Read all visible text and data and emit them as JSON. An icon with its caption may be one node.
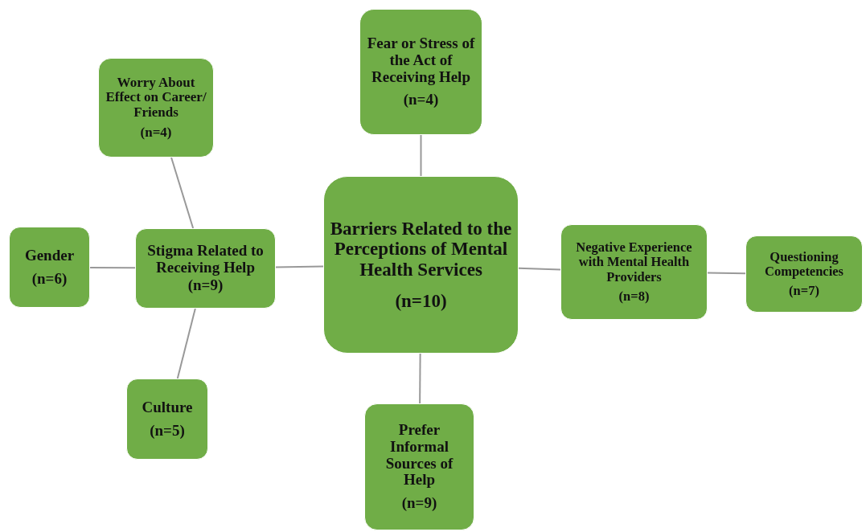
{
  "diagram": {
    "nodes": [
      {
        "text": [
          "Barriers Related to the Perceptions of Mental Health Services",
          "(n=10)"
        ]
      },
      {
        "text": [
          "Fear or Stress of the Act of Receiving Help",
          "(n=4)"
        ]
      },
      {
        "text": [
          "Worry About Effect on Career/ Friends",
          "(n=4)"
        ]
      },
      {
        "text": [
          "Stigma Related to Receiving Help",
          "(n=9)"
        ]
      },
      {
        "text": [
          "Gender",
          "(n=6)"
        ]
      },
      {
        "text": [
          "Culture",
          "(n=5)"
        ]
      },
      {
        "text": [
          "Negative Experience with Mental Health Providers",
          "(n=8)"
        ]
      },
      {
        "text": [
          "Questioning Competencies",
          "(n=7)"
        ]
      },
      {
        "text": [
          "Prefer Informal Sources of Help",
          "(n=9)"
        ]
      }
    ],
    "edges": [
      {
        "from": 0,
        "to": 1,
        "arrow": "none"
      },
      {
        "from": 0,
        "to": 3,
        "arrow": "none"
      },
      {
        "from": 3,
        "to": 2,
        "arrow": "none"
      },
      {
        "from": 3,
        "to": 4,
        "arrow": "none"
      },
      {
        "from": 3,
        "to": 5,
        "arrow": "none"
      },
      {
        "from": 0,
        "to": 6,
        "arrow": "none"
      },
      {
        "from": 6,
        "to": 7,
        "arrow": "none"
      },
      {
        "from": 0,
        "to": 8,
        "arrow": "none"
      }
    ]
  }
}
